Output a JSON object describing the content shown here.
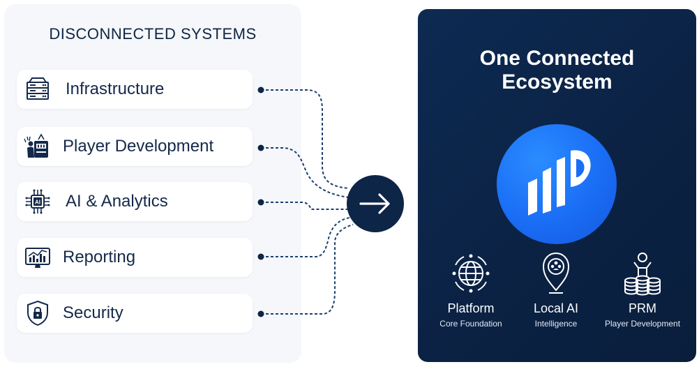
{
  "left": {
    "title": "DISCONNECTED SYSTEMS",
    "items": [
      {
        "label": "Infrastructure",
        "icon": "server-rack-icon"
      },
      {
        "label": "Player Development",
        "icon": "slot-machine-player-icon"
      },
      {
        "label": "AI & Analytics",
        "icon": "ai-chip-icon"
      },
      {
        "label": "Reporting",
        "icon": "chart-monitor-icon"
      },
      {
        "label": "Security",
        "icon": "shield-lock-icon"
      }
    ]
  },
  "hub": {
    "icon": "arrow-right-icon"
  },
  "right": {
    "title_line1": "One Connected",
    "title_line2": "Ecosystem",
    "logo_icon": "brand-logo-icon",
    "features": [
      {
        "name": "Platform",
        "sub": "Core Foundation",
        "icon": "globe-network-icon"
      },
      {
        "name": "Local AI",
        "sub": "Intelligence",
        "icon": "location-people-icon"
      },
      {
        "name": "PRM",
        "sub": "Player Development",
        "icon": "player-chips-icon"
      }
    ]
  },
  "colors": {
    "navy": "#0d2547",
    "panel_light": "#f5f7fa",
    "brand_blue": "#1a6df5",
    "connector": "#1d3f6e"
  }
}
